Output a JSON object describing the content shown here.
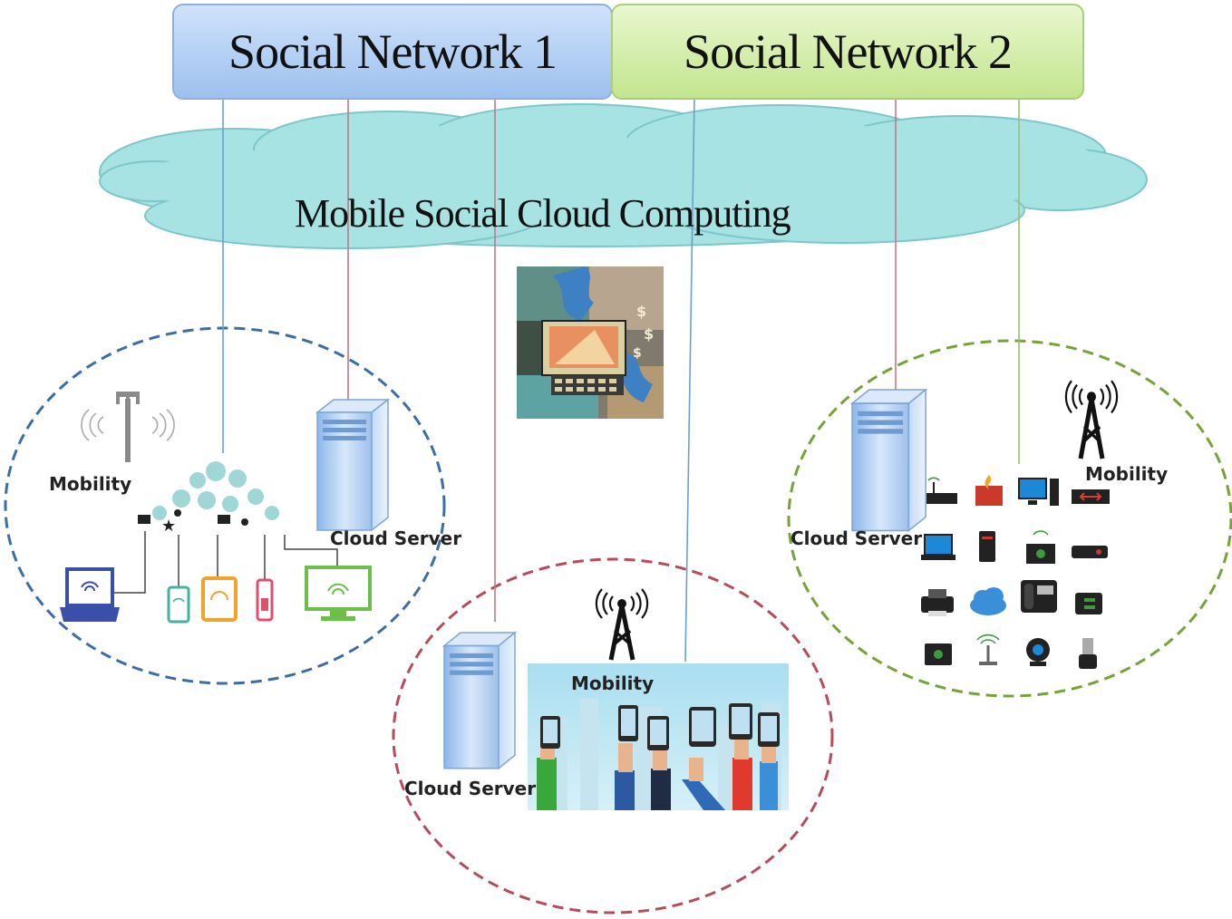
{
  "header": {
    "social_network_1": "Social Network 1",
    "social_network_2": "Social Network 2"
  },
  "cloud": {
    "title": "Mobile Social Cloud Computing"
  },
  "clusters": {
    "left": {
      "mobility": "Mobility",
      "server": "Cloud Server"
    },
    "bottom": {
      "mobility": "Mobility",
      "server": "Cloud Server"
    },
    "right": {
      "mobility": "Mobility",
      "server": "Cloud Server"
    }
  },
  "colors": {
    "sn1_fill": "#b4d0f5",
    "sn2_fill": "#d3eda9",
    "cloud_fill": "#a8e3e3",
    "left_ring": "#3b6ea5",
    "bottom_ring": "#b64b5c",
    "right_ring": "#77a23a",
    "line_blue": "#6e9fc9",
    "line_red": "#c07a85",
    "line_green": "#98c072"
  }
}
